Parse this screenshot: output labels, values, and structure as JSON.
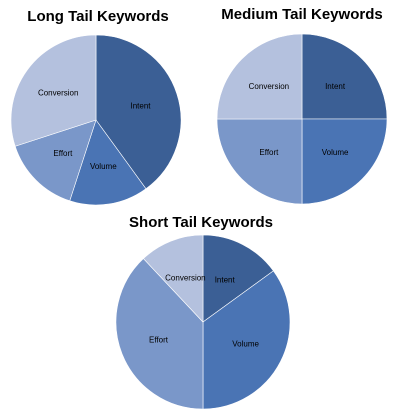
{
  "chart_data": [
    {
      "type": "pie",
      "title": "Long Tail Keywords",
      "slices": [
        {
          "label": "Intent",
          "value": 40,
          "color": "#3b5f95"
        },
        {
          "label": "Volume",
          "value": 15,
          "color": "#4a74b4"
        },
        {
          "label": "Effort",
          "value": 15,
          "color": "#7a97c9"
        },
        {
          "label": "Conversion",
          "value": 30,
          "color": "#b4c1de"
        }
      ]
    },
    {
      "type": "pie",
      "title": "Medium Tail Keywords",
      "slices": [
        {
          "label": "Intent",
          "value": 25,
          "color": "#3b5f95"
        },
        {
          "label": "Volume",
          "value": 25,
          "color": "#4a74b4"
        },
        {
          "label": "Effort",
          "value": 25,
          "color": "#7a97c9"
        },
        {
          "label": "Conversion",
          "value": 25,
          "color": "#b4c1de"
        }
      ]
    },
    {
      "type": "pie",
      "title": "Short Tail Keywords",
      "slices": [
        {
          "label": "Intent",
          "value": 15,
          "color": "#3b5f95"
        },
        {
          "label": "Volume",
          "value": 35,
          "color": "#4a74b4"
        },
        {
          "label": "Effort",
          "value": 38,
          "color": "#7a97c9"
        },
        {
          "label": "Conversion",
          "value": 12,
          "color": "#b4c1de"
        }
      ]
    }
  ]
}
